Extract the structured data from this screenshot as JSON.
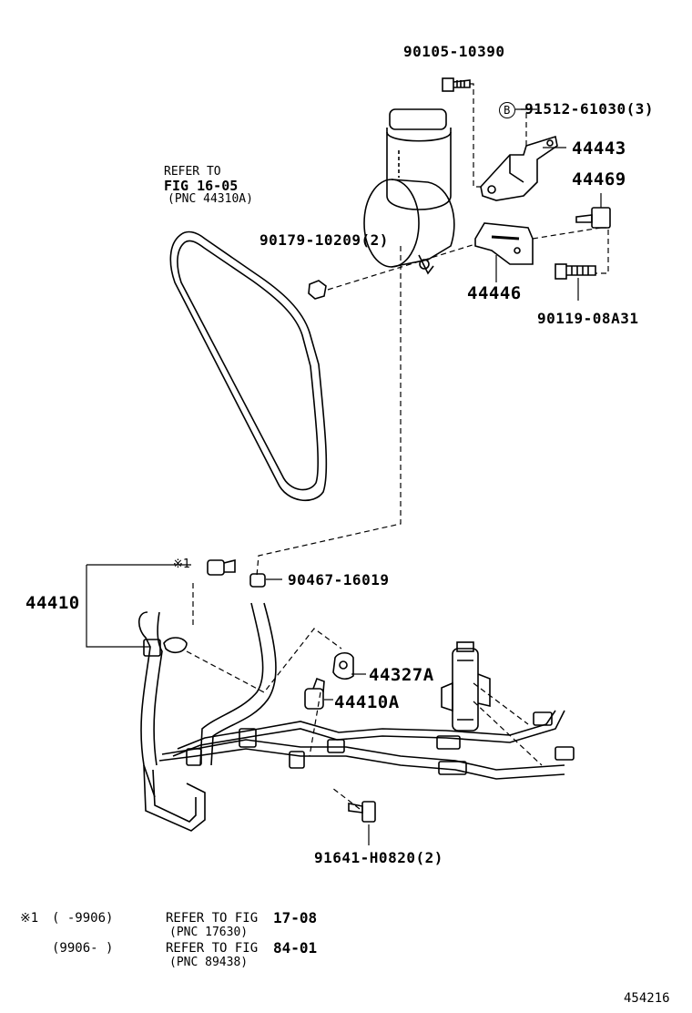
{
  "refer_belt": {
    "line1": "REFER TO",
    "line2": "FIG 16-05",
    "line3": "(PNC 44310A)"
  },
  "parts": {
    "p1": "90105-10390",
    "p2_marker": "B",
    "p2": "91512-61030(3)",
    "p3": "44443",
    "p4": "44469",
    "p5": "90179-10209(2)",
    "p6": "44446",
    "p7": "90119-08A31",
    "p8_marker": "※1",
    "p9": "90467-16019",
    "p10": "44410",
    "p11": "44327A",
    "p12": "44410A",
    "p13": "91641-H0820(2)"
  },
  "notes": {
    "n1_mark": "※1",
    "n1_range": "(      -9906)",
    "n1_refer": "REFER TO FIG",
    "n1_fig": "17-08",
    "n1_pnc": "(PNC 17630)",
    "n2_range": "(9906-      )",
    "n2_refer": "REFER TO FIG",
    "n2_fig": "84-01",
    "n2_pnc": "(PNC 89438)"
  },
  "figure_id": "454216"
}
